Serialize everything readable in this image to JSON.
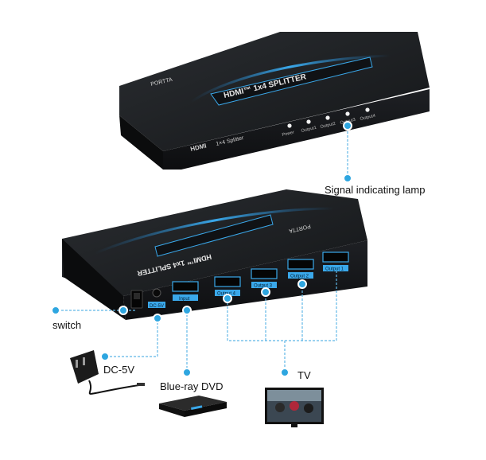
{
  "product": {
    "brand": "PORTTA",
    "title_top": "HDMI™ 1x4 SPLITTER",
    "front_logo": "HDMI",
    "front_label": "1×4  Splitter",
    "title_back": "HDMI™ 1x4 SPLITTER"
  },
  "front_leds": [
    {
      "label": "Power"
    },
    {
      "label": "Output1"
    },
    {
      "label": "Output2"
    },
    {
      "label": "Output3"
    },
    {
      "label": "Output4"
    }
  ],
  "back_ports": {
    "dc_label": "DC-5V",
    "input_label": "Input",
    "outputs": [
      "Output 4",
      "Output 3",
      "Output 2",
      "Output 1"
    ]
  },
  "callouts": {
    "signal_lamp": "Signal indicating lamp",
    "switch": "switch",
    "dc": "DC-5V",
    "bluray": "Blue-ray DVD",
    "tv": "TV"
  },
  "colors": {
    "device_body": "#1a1c1f",
    "device_edge": "#2b2e33",
    "accent_blue": "#2ea6e0",
    "callout_line": "#5fb6e6"
  }
}
